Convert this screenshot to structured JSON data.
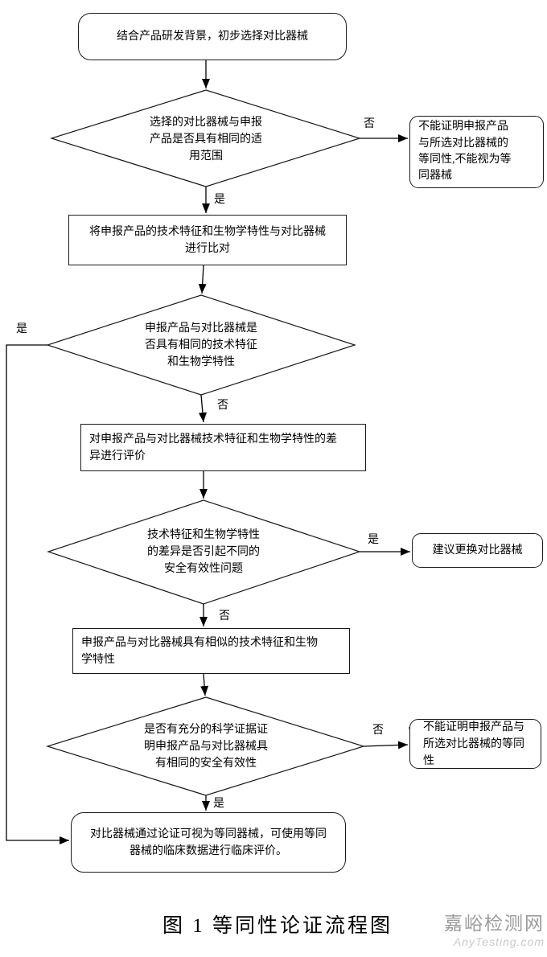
{
  "diagram": {
    "nodes": {
      "start": "结合产品研发背景，初步选择对比器械",
      "decision_scope": "选择的对比器械与申报\n产品是否具有相同的适\n用范围",
      "not_equivalent_full": "不能证明申报产品\n与所选对比器械的\n等同性,不能视为等\n同器械",
      "compare": "将申报产品的技术特征和生物学特性与对比器械\n进行比对",
      "decision_features": "申报产品与对比器械是\n否具有相同的技术特征\n和生物学特性",
      "evaluate_diff": "对申报产品与对比器械技术特征和生物学特性的差\n异进行评价",
      "decision_safety_issue": "技术特征和生物学特性\n的差异是否引起不同的\n安全有效性问题",
      "change_device": "建议更换对比器械",
      "similar_features": "申报产品与对比器械具有相似的技术特征和生物\n学特性",
      "decision_evidence": "是否有充分的科学证据证\n明申报产品与对比器械具\n有相同的安全有效性",
      "not_equivalent_short": "不能证明申报产品与\n所选对比器械的等同\n性",
      "end": "对比器械通过论证可视为等同器械，可使用等同\n器械的临床数据进行临床评价。"
    },
    "branch_labels": {
      "d1_no": "否",
      "d1_yes": "是",
      "d2_yes": "是",
      "d2_no": "否",
      "d3_yes": "是",
      "d3_no": "否",
      "d4_no": "否",
      "d4_yes": "是"
    },
    "caption": "图 1 等同性论证流程图",
    "watermark": {
      "site_name": "嘉峪检测网",
      "site_url": "AnyTesting.com"
    },
    "colors": {
      "line": "#000000",
      "annotation_check": "#3f68c8",
      "watermark_cn": "#9b9b9b",
      "watermark_en": "#c9c9c9"
    }
  }
}
